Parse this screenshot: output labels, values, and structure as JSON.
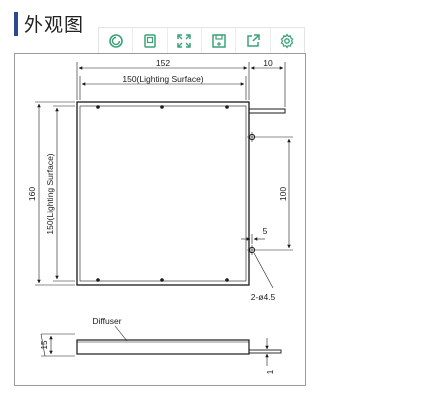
{
  "header": {
    "title": "外观图"
  },
  "toolbar": {
    "icon_color": "#3aa37a",
    "buttons": [
      {
        "icon": "refresh-icon"
      },
      {
        "icon": "copy-icon"
      },
      {
        "icon": "fullscreen-icon"
      },
      {
        "icon": "save-icon"
      },
      {
        "icon": "share-icon"
      },
      {
        "icon": "settings-icon"
      }
    ]
  },
  "drawing": {
    "dim_width": "152",
    "dim_lighting_width": "150(Lighting Surface)",
    "dim_tab": "10",
    "dim_height": "160",
    "dim_lighting_height": "150(Lighting Surface)",
    "dim_hole_spacing": "100",
    "dim_hole_offset": "5",
    "hole_callout": "2-ø4.5",
    "diffuser_label": "Diffuser",
    "dim_thickness": "15",
    "dim_tab_thickness": "1"
  }
}
